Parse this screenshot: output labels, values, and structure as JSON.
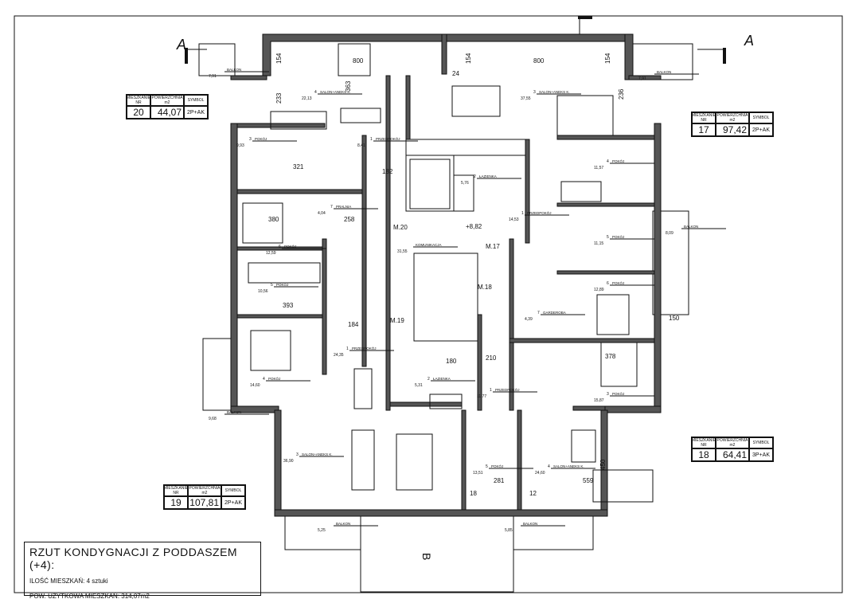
{
  "legend": {
    "title": "RZUT KONDYGNACJI Z PODDASZEM (+4):",
    "count_line": "ILOŚĆ MIESZKAŃ: 4 sztuki",
    "area_line": "POW. UŻYTKOWA MIESZKAŃ: 314,07m2"
  },
  "apartment_header": {
    "nr_top": "MIESZKANIE",
    "nr": "NR",
    "area_top": "POWIERZCHNIA",
    "area_unit": "m2",
    "symbol": "SYMBOL"
  },
  "apartments": [
    {
      "nr": "20",
      "area": "44,07",
      "symbol": "2P+AK"
    },
    {
      "nr": "17",
      "area": "97,42",
      "symbol": "2P+AK"
    },
    {
      "nr": "18",
      "area": "64,41",
      "symbol": "3P+AK"
    },
    {
      "nr": "19",
      "area": "107,81",
      "symbol": "2P+AK"
    }
  ],
  "section_markers": {
    "a_left": "A",
    "a_right": "A",
    "b": "B"
  },
  "rooms": [
    {
      "num": "4",
      "name": "SALON+ANEKS K.",
      "area": "22,13"
    },
    {
      "num": "3",
      "name": "SALON+ANEKS K.",
      "area": "37,55"
    },
    {
      "num": "3",
      "name": "POKÓJ",
      "area": "9,93"
    },
    {
      "num": "1",
      "name": "PRZEDPOKÓJ",
      "area": "8,41"
    },
    {
      "num": "2",
      "name": "ŁAZIENKA",
      "area": "5,76"
    },
    {
      "num": "4",
      "name": "POKÓJ",
      "area": "11,57"
    },
    {
      "num": "7",
      "name": "PRALNIA",
      "area": "4,04"
    },
    {
      "num": "1",
      "name": "PRZEDPOKÓJ",
      "area": "14,53"
    },
    {
      "num": "5",
      "name": "POKÓJ",
      "area": "11,15"
    },
    {
      "num": "6",
      "name": "POKÓJ",
      "area": "12,59"
    },
    {
      "num": "",
      "name": "KOMUNIKACJA",
      "area": "31,55"
    },
    {
      "num": "5",
      "name": "POKÓJ",
      "area": "10,56"
    },
    {
      "num": "6",
      "name": "POKÓJ",
      "area": "12,89"
    },
    {
      "num": "7",
      "name": "GARDEROBA",
      "area": "4,39"
    },
    {
      "num": "1",
      "name": "PRZEDPOKÓJ",
      "area": "24,35"
    },
    {
      "num": "4",
      "name": "POKÓJ",
      "area": "14,60"
    },
    {
      "num": "2",
      "name": "ŁAZIENKA",
      "area": "5,31"
    },
    {
      "num": "1",
      "name": "PRZEDPOKÓJ",
      "area": "11,77"
    },
    {
      "num": "3",
      "name": "POKÓJ",
      "area": "15,87"
    },
    {
      "num": "3",
      "name": "SALON+ANEKS K.",
      "area": "36,90"
    },
    {
      "num": "5",
      "name": "POKÓJ",
      "area": "13,51"
    },
    {
      "num": "4",
      "name": "SALON+ANEKS K.",
      "area": "24,60"
    },
    {
      "num": "",
      "name": "BALKON",
      "area": "7,91"
    },
    {
      "num": "",
      "name": "BALKON",
      "area": "7,91"
    },
    {
      "num": "",
      "name": "BALKON",
      "area": "8,09"
    },
    {
      "num": "",
      "name": "BALKON",
      "area": "9,68"
    },
    {
      "num": "",
      "name": "BALKON",
      "area": "5,25"
    },
    {
      "num": "",
      "name": "BALKON",
      "area": "5,85"
    }
  ],
  "dimensions": [
    "800",
    "800",
    "154",
    "154",
    "154",
    "24",
    "233",
    "363",
    "236",
    "321",
    "182",
    "380",
    "393",
    "184",
    "210",
    "180",
    "378",
    "281",
    "559",
    "450",
    "150",
    "18",
    "12",
    "258"
  ],
  "markers": [
    "M.20",
    "M.17",
    "M.18",
    "M.19",
    "+8,82"
  ]
}
